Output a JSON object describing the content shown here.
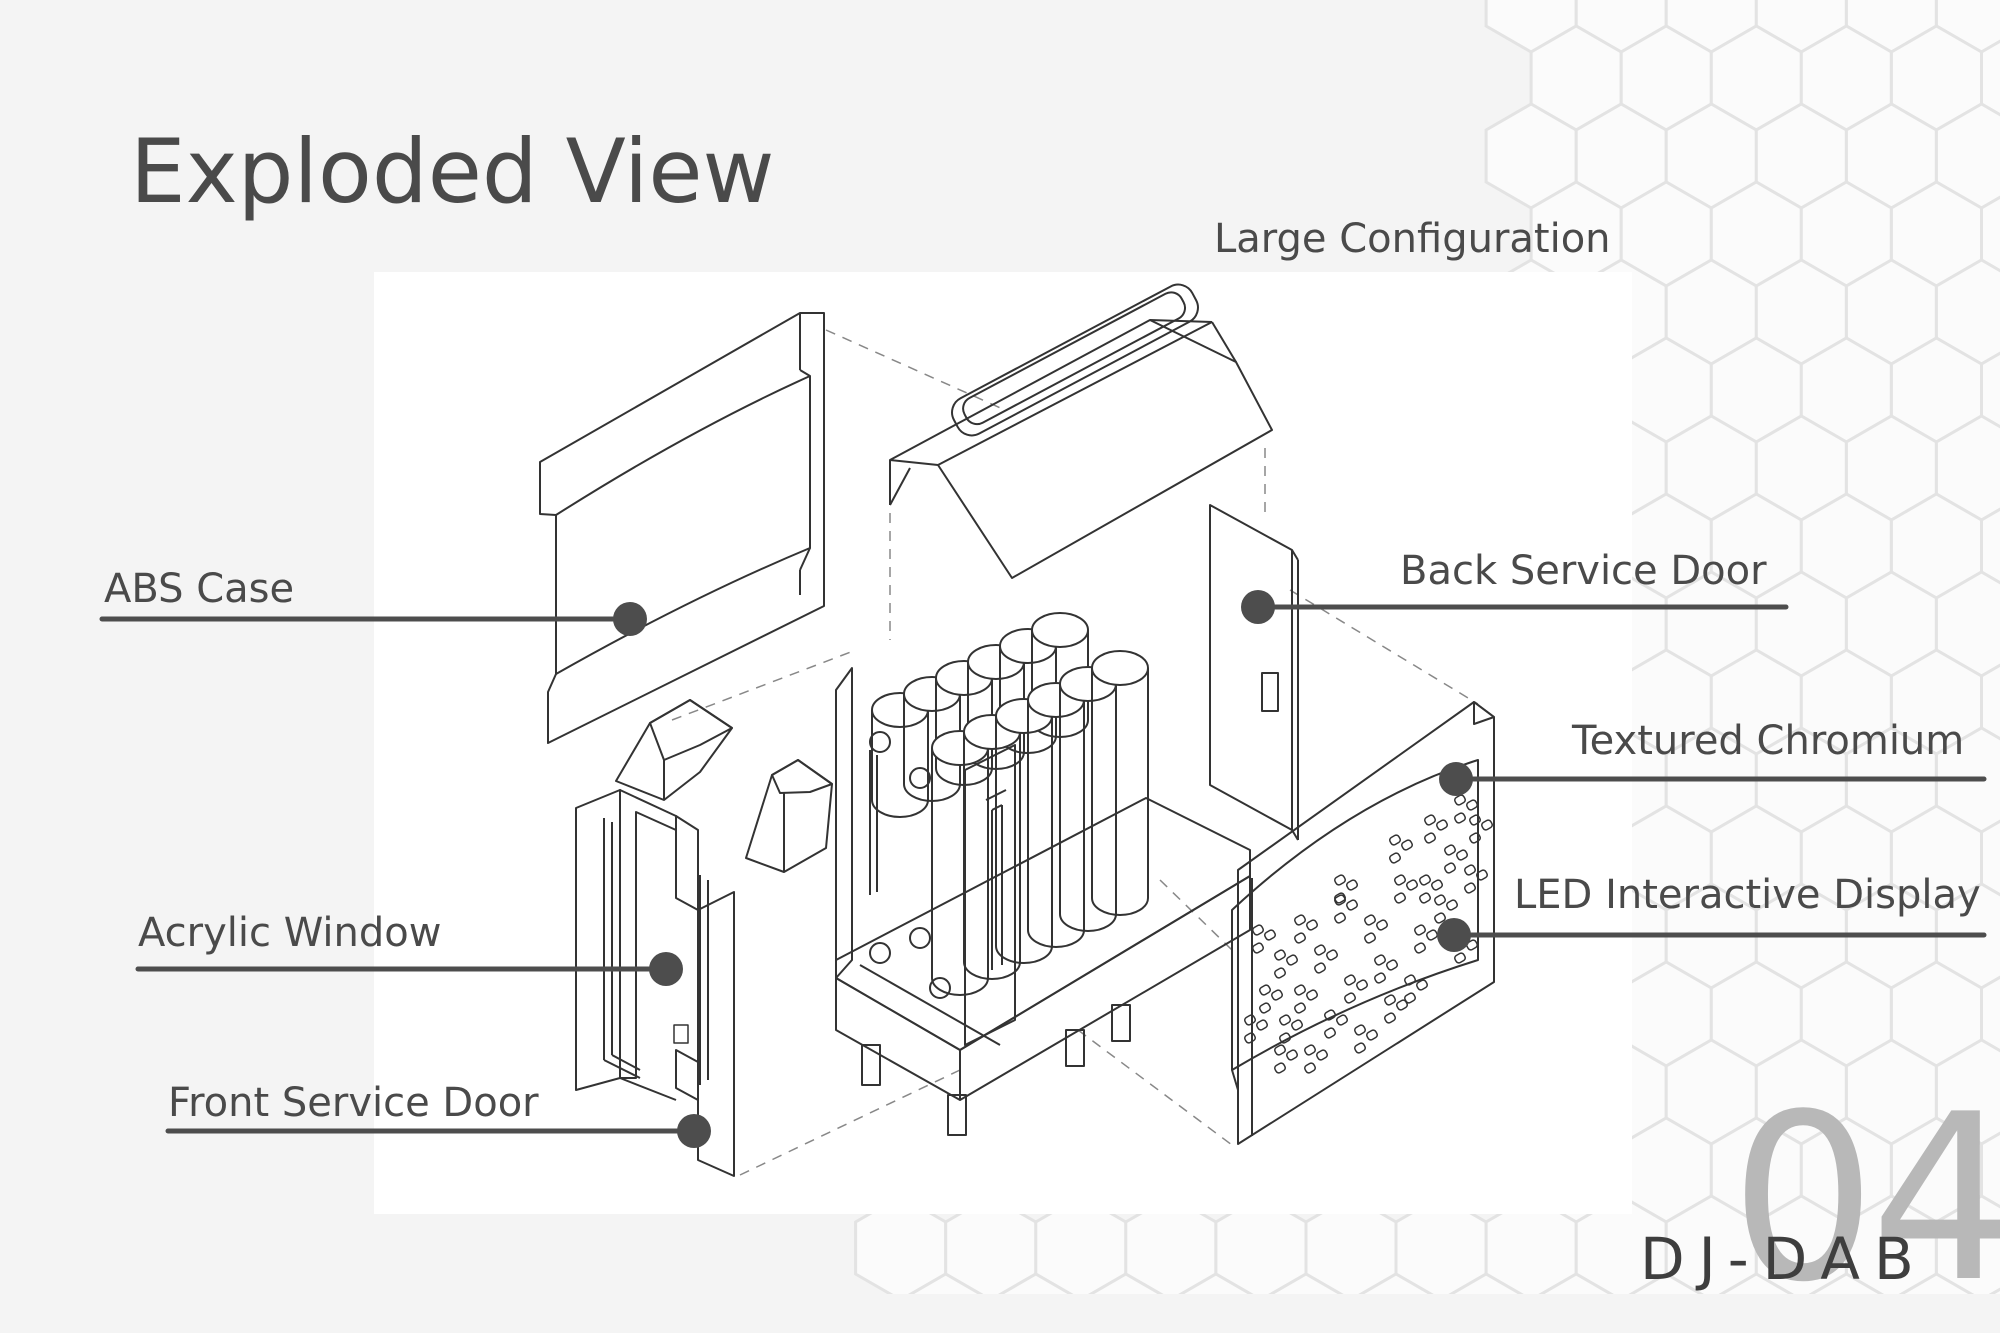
{
  "page": {
    "title": "Exploded View",
    "subtitle": "Large Configuration",
    "page_number": "04",
    "brand": "DJ-DAB"
  },
  "labels": {
    "abs_case": "ABS Case",
    "acrylic_window": "Acrylic Window",
    "front_service_door": "Front Service Door",
    "back_service_door": "Back Service Door",
    "textured_chromium": "Textured Chromium",
    "led_display": "LED Interactive Display"
  },
  "colors": {
    "background": "#f4f4f4",
    "panel": "#ffffff",
    "text": "#4a4a4a",
    "leader": "#4d4d4d",
    "line_art": "#333333"
  }
}
